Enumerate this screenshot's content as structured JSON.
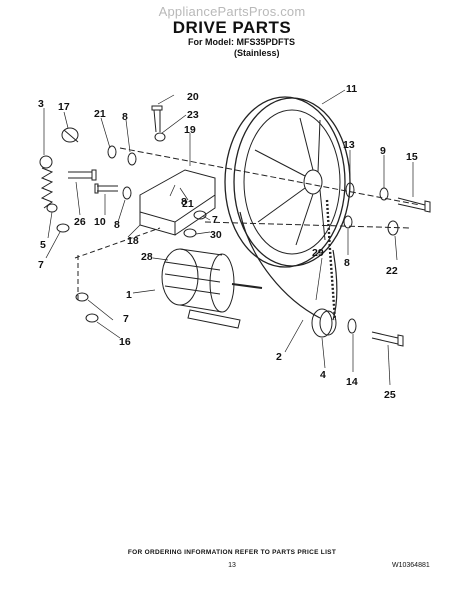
{
  "watermark": "AppliancePartsPros.com",
  "header": {
    "title": "DRIVE PARTS",
    "model_line": "For Model: MFS35PDFTS",
    "finish": "(Stainless)"
  },
  "callouts": [
    "1",
    "2",
    "3",
    "4",
    "5",
    "7",
    "7",
    "7",
    "8",
    "8",
    "8",
    "8",
    "9",
    "10",
    "11",
    "13",
    "14",
    "15",
    "16",
    "17",
    "18",
    "19",
    "20",
    "21",
    "21",
    "22",
    "23",
    "25",
    "26",
    "28",
    "29",
    "30"
  ],
  "footer": {
    "ordering_note": "FOR ORDERING INFORMATION REFER TO PARTS PRICE LIST",
    "page_number": "13",
    "document_number": "W10364881"
  }
}
